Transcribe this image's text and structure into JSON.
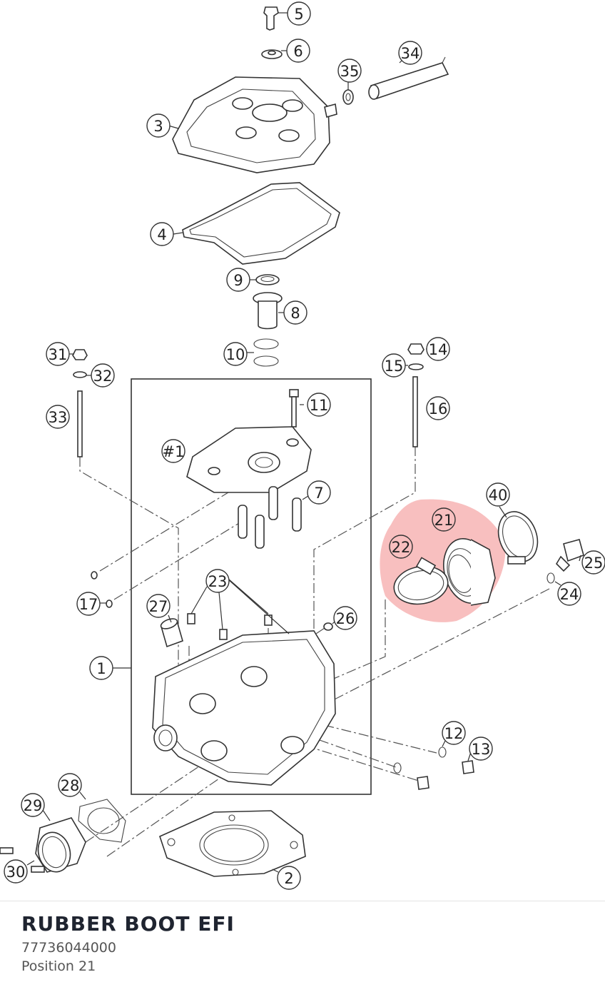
{
  "diagram": {
    "callouts": [
      "5",
      "6",
      "34",
      "35",
      "3",
      "4",
      "9",
      "8",
      "10",
      "31",
      "32",
      "33",
      "11",
      "#1",
      "14",
      "15",
      "16",
      "7",
      "40",
      "21",
      "22",
      "25",
      "24",
      "17",
      "23",
      "27",
      "26",
      "1",
      "12",
      "13",
      "28",
      "29",
      "30",
      "2"
    ],
    "highlight_color": "#f08080"
  },
  "part": {
    "name": "RUBBER BOOT EFI",
    "number": "77736044000",
    "position": "Position 21"
  }
}
